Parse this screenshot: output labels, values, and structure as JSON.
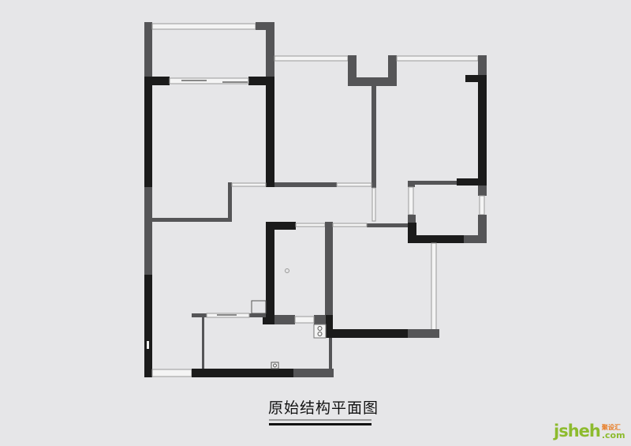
{
  "title": "原始结构平面图",
  "watermark": {
    "brand": "jsheh",
    "domain": ".com",
    "chinese": "聚设汇"
  },
  "colors": {
    "background": "#e6e6e8",
    "load_bearing_wall": "#1b1b1b",
    "partition_wall": "#555557",
    "watermark_green": "#8dbb2e",
    "watermark_orange": "#e87a20"
  }
}
